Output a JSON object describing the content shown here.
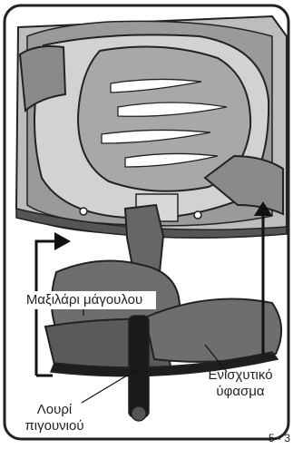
{
  "labels": {
    "cheek_pad": "Μαξιλάρι μάγουλου",
    "chin_strap_line1": "Λουρί",
    "chin_strap_line2": "πιγουνιού",
    "fabric_line1": "Ενισχυτικό",
    "fabric_line2": "ύφασμα",
    "page_corner": "5 - 3"
  },
  "colors": {
    "frame": "#222222",
    "helmet_liner": "#c4c4c4",
    "helmet_shade": "#8e8e8e",
    "pad_dark": "#5c5c5c",
    "pad_mid": "#7a7a7a",
    "strap": "#1a1a1a"
  },
  "icons": [
    "arrow-up-icon",
    "arrow-up-icon"
  ]
}
